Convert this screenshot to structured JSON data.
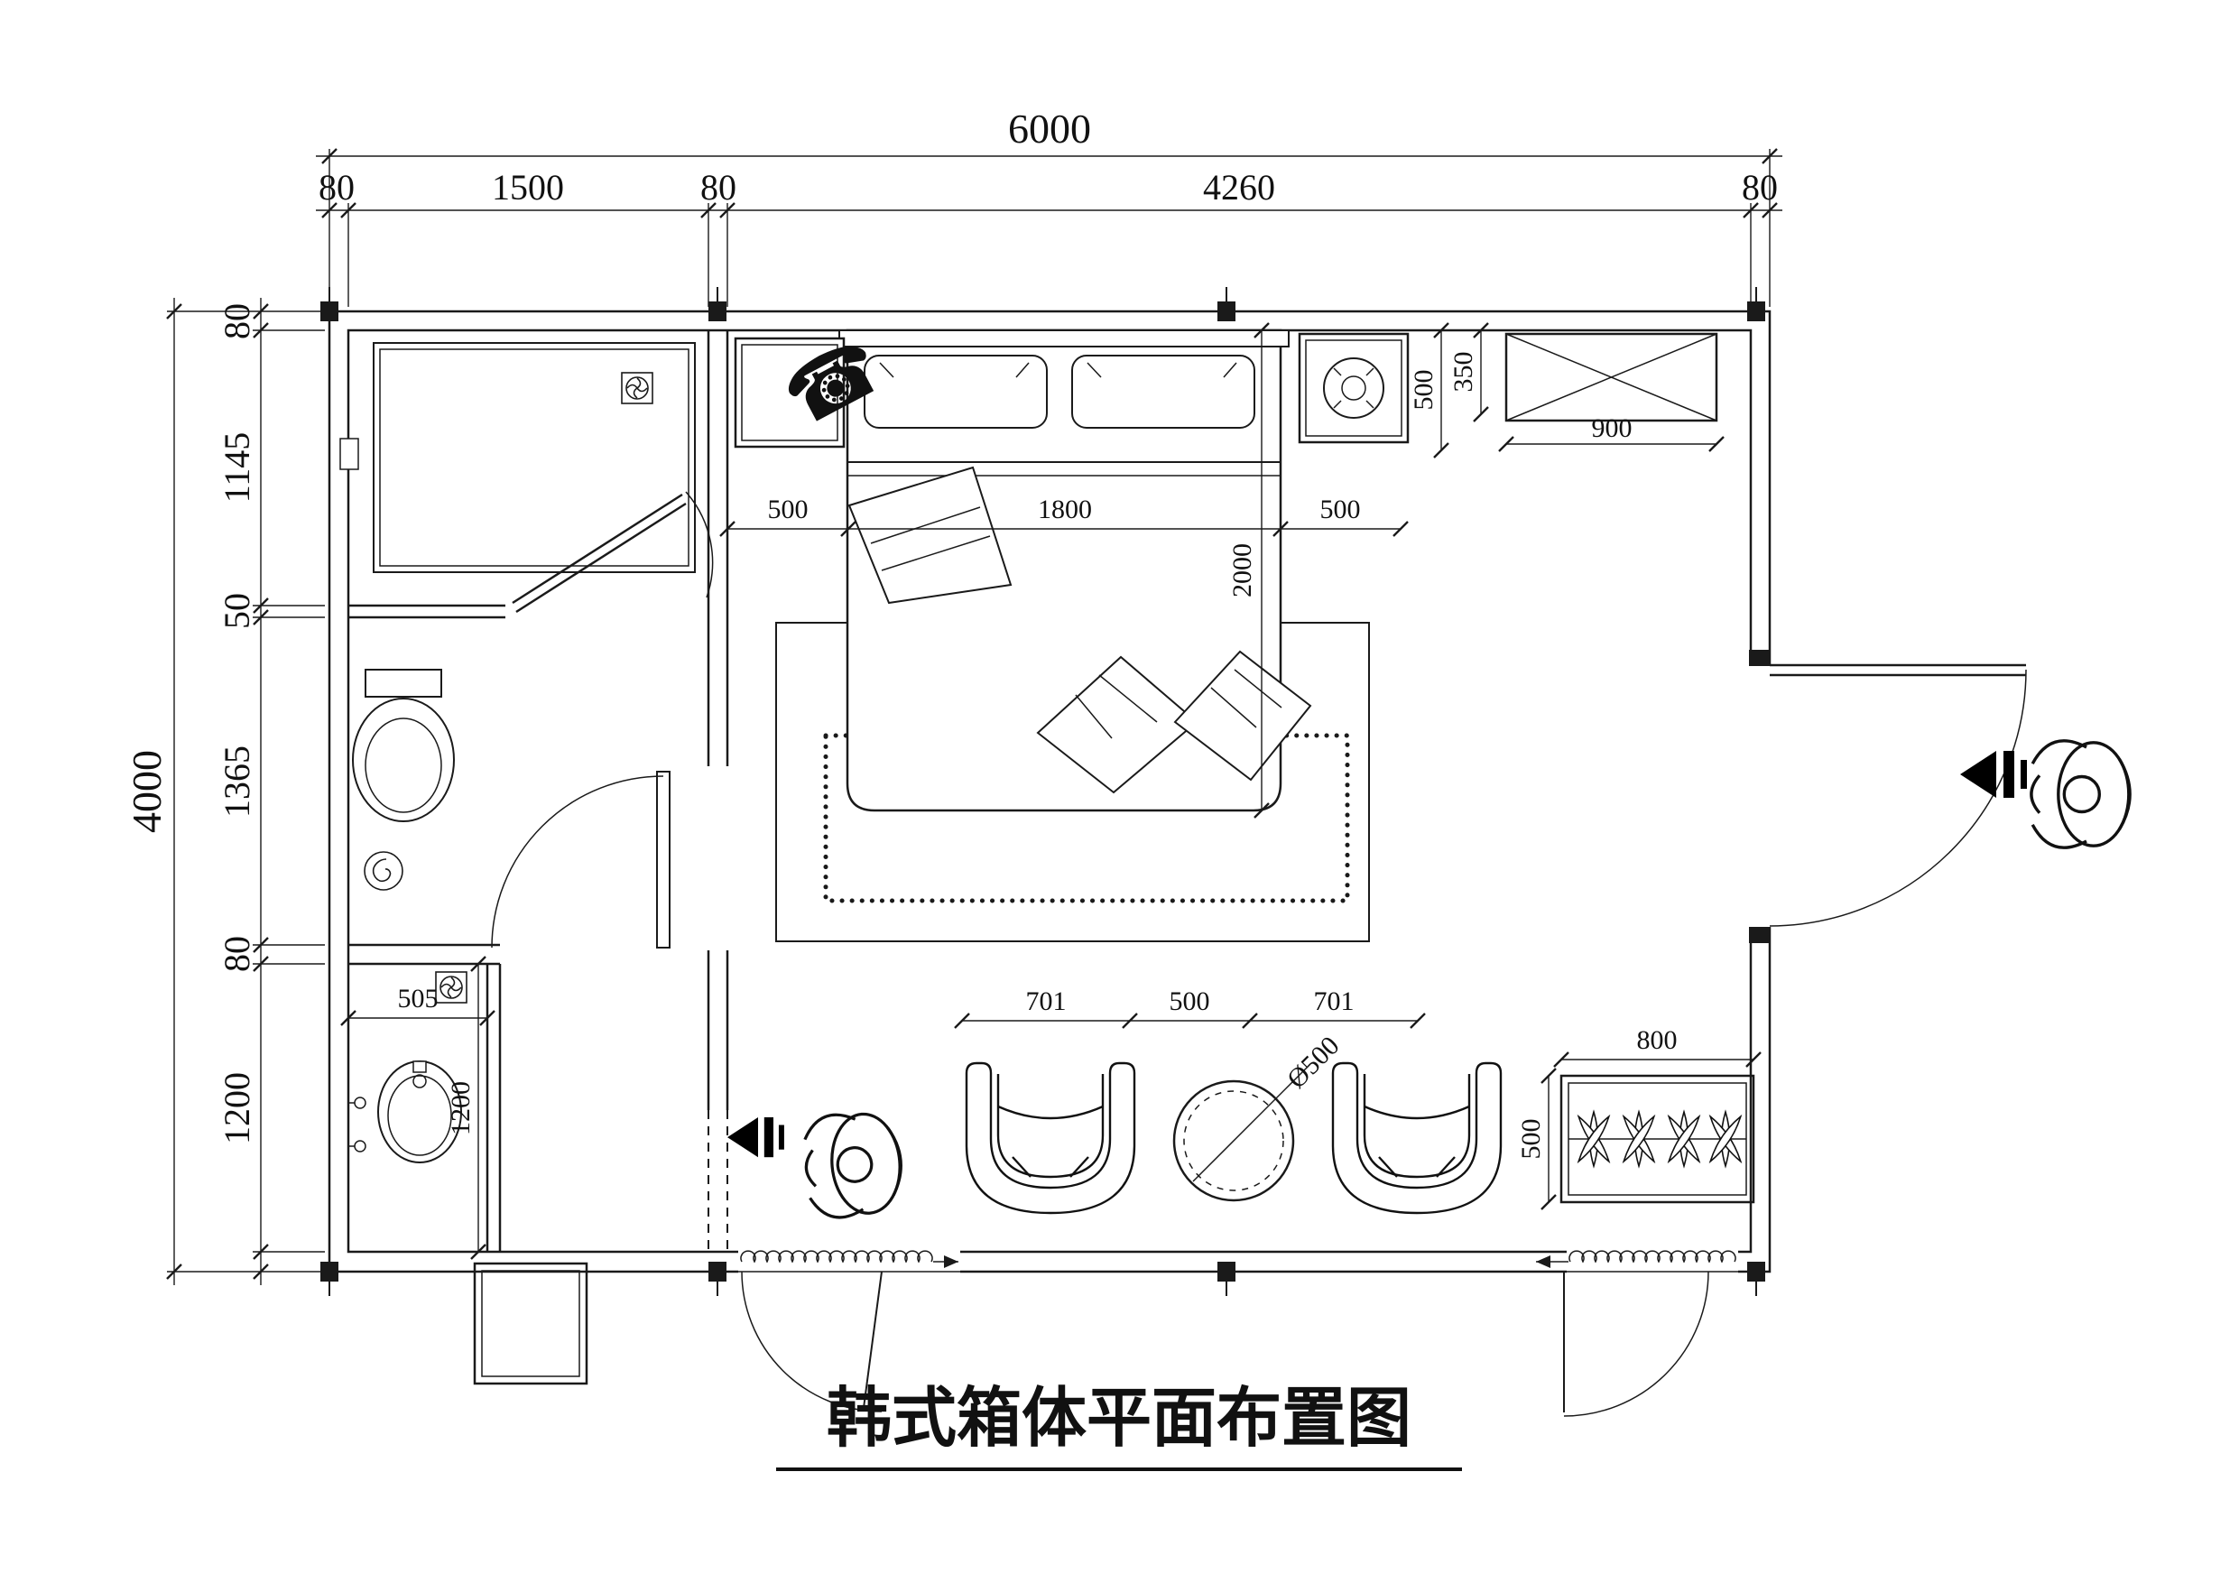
{
  "title": "韩式箱体平面布置图",
  "dims": {
    "total_width": "6000",
    "total_height": "4000",
    "top": {
      "wall_l": "80",
      "bath": "1500",
      "wall_m": "80",
      "bedroom": "4260",
      "wall_r": "80"
    },
    "left": {
      "wall_t": "80",
      "shower": "1145",
      "gap": "50",
      "toilet": "1365",
      "wall_m": "80",
      "vanity": "1200"
    },
    "bed": {
      "offset_left": "500",
      "width": "1800",
      "offset_right": "500",
      "length": "2000"
    },
    "nightstand_depth": "500",
    "cabinet_offset": "350",
    "cabinet_width": "900",
    "vanity_width": "505",
    "vanity_depth": "1200",
    "chair_left_width": "701",
    "table_zone_width": "500",
    "chair_right_width": "701",
    "table_diameter": "Ø500",
    "planter_width": "800",
    "planter_depth": "500"
  }
}
